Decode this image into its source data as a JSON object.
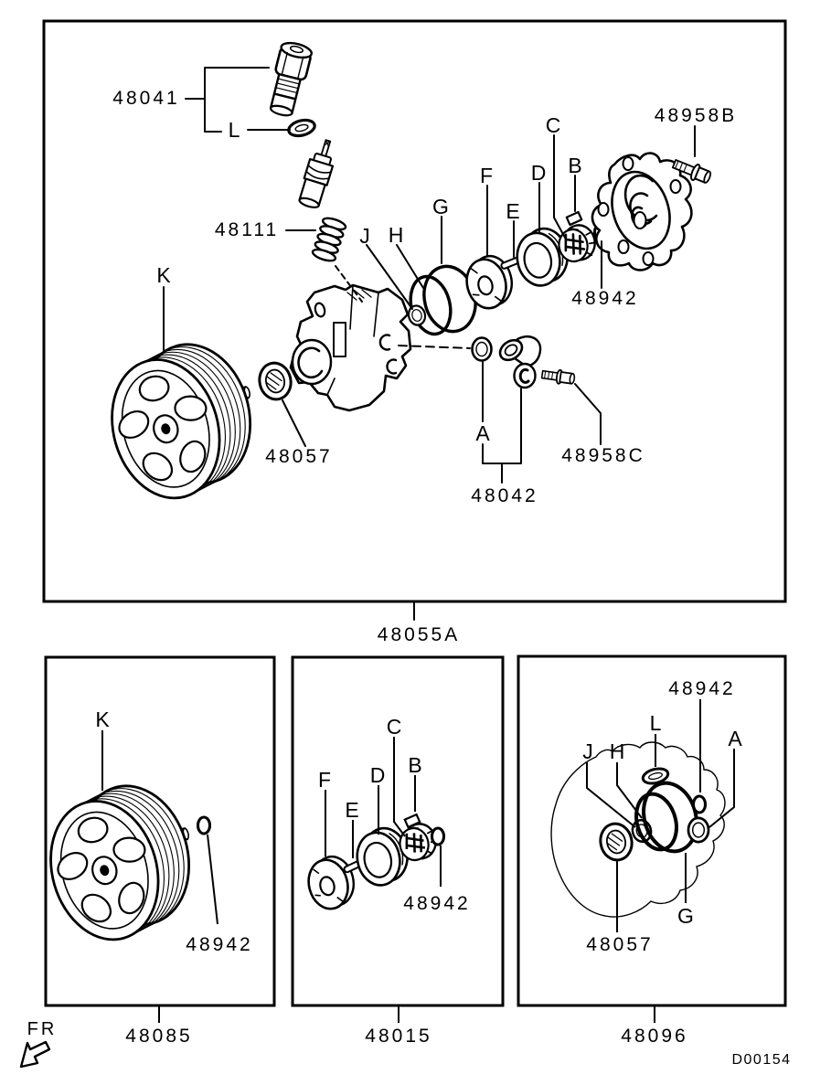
{
  "doc": {
    "drawing_no": "D00154",
    "fr": "FR"
  },
  "style": {
    "line_color": "#000000",
    "background": "#ffffff"
  },
  "views": {
    "main": {
      "part_no": "48055A",
      "labels": {
        "n48041": "48041",
        "L": "L",
        "n48111": "48111",
        "K": "K",
        "n48057": "48057",
        "J": "J",
        "H": "H",
        "G": "G",
        "F": "F",
        "E": "E",
        "D": "D",
        "C": "C",
        "B": "B",
        "n48958B": "48958B",
        "n48942": "48942",
        "A": "A",
        "n48042": "48042",
        "n48958C": "48958C"
      }
    },
    "pulley": {
      "part_no": "48085",
      "labels": {
        "K": "K",
        "n48942": "48942"
      }
    },
    "cartridge": {
      "part_no": "48015",
      "labels": {
        "F": "F",
        "E": "E",
        "D": "D",
        "C": "C",
        "B": "B",
        "n48942": "48942"
      }
    },
    "seal_kit": {
      "part_no": "48096",
      "labels": {
        "n48942": "48942",
        "L": "L",
        "A": "A",
        "J": "J",
        "H": "H",
        "G": "G",
        "n48057": "48057"
      }
    }
  }
}
